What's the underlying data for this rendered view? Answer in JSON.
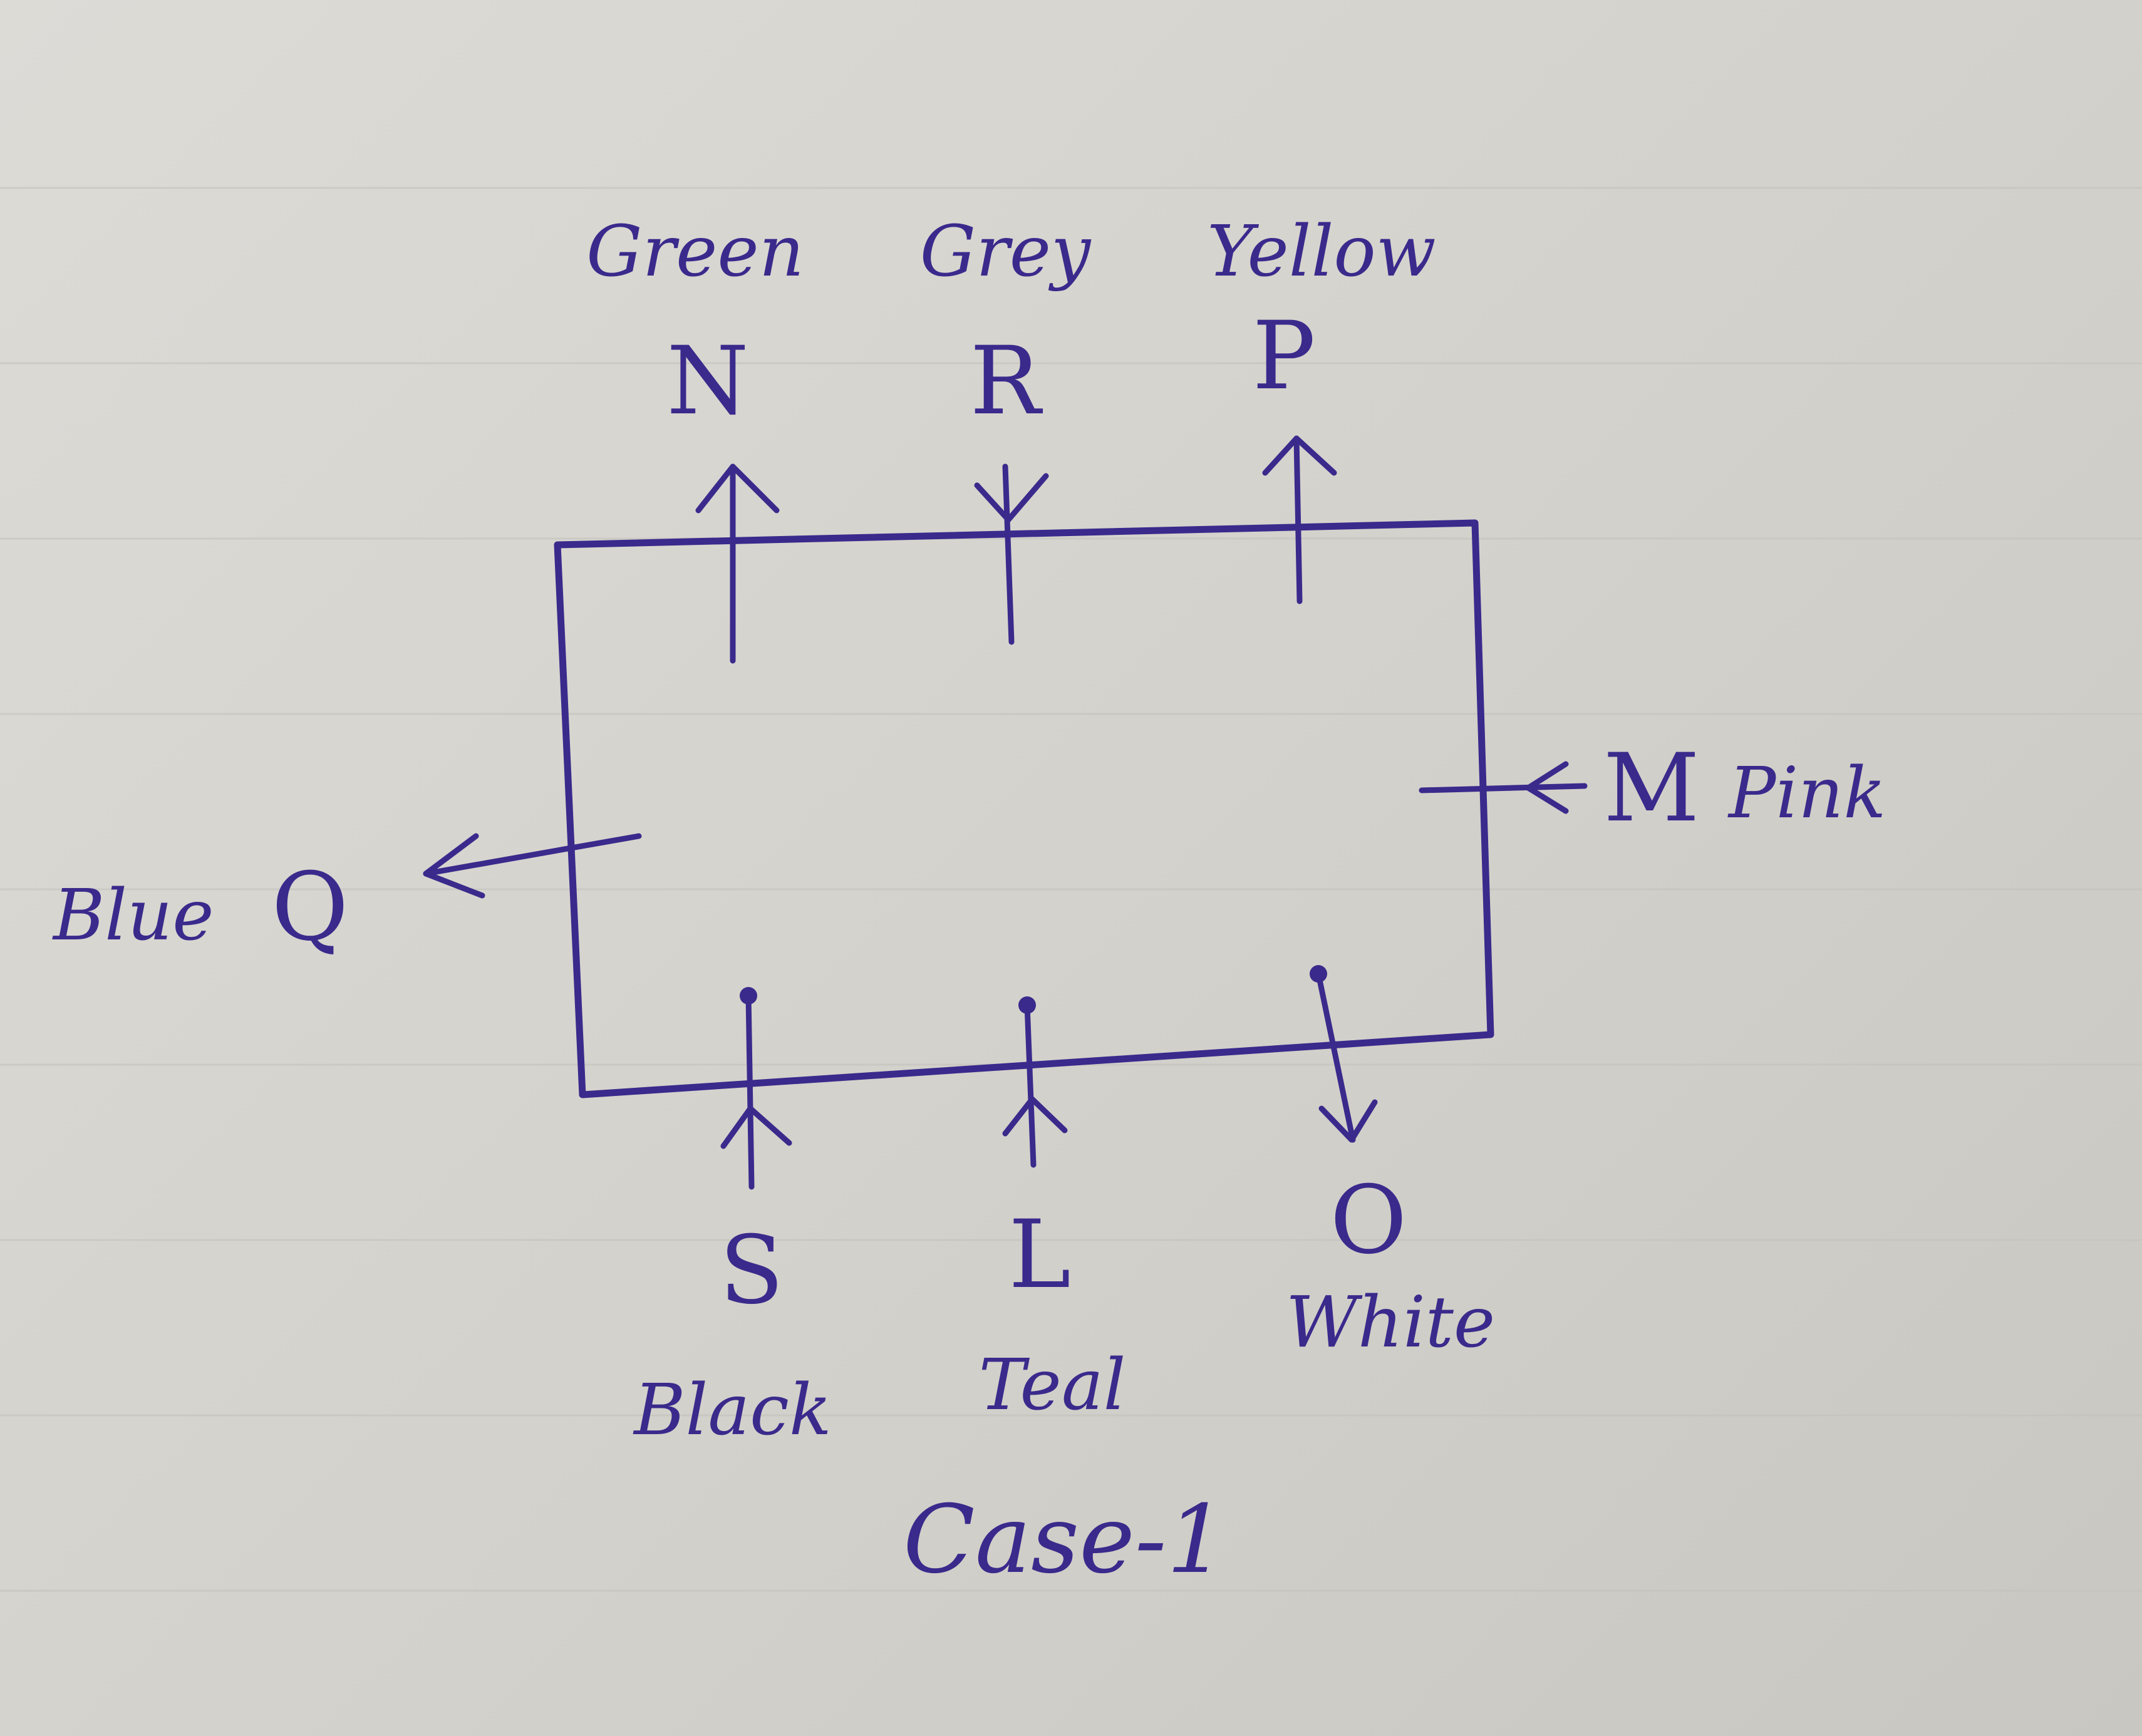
{
  "ink_color": "#3a2a8c",
  "paper_color": "#d6d4cf",
  "labels": {
    "top": [
      {
        "letter": "N",
        "color": "Green",
        "arrow": "out"
      },
      {
        "letter": "R",
        "color": "Grey",
        "arrow": "in"
      },
      {
        "letter": "P",
        "color": "Yellow",
        "arrow": "out"
      }
    ],
    "left": {
      "letter": "Q",
      "color": "Blue",
      "arrow": "out"
    },
    "right": {
      "letter": "M",
      "color": "Pink",
      "arrow": "in"
    },
    "bottom": [
      {
        "letter": "S",
        "color": "Black",
        "arrow": "in"
      },
      {
        "letter": "L",
        "color": "Teal",
        "arrow": "in"
      },
      {
        "letter": "O",
        "color": "White",
        "arrow": "out"
      }
    ]
  },
  "caption": "Case-1"
}
